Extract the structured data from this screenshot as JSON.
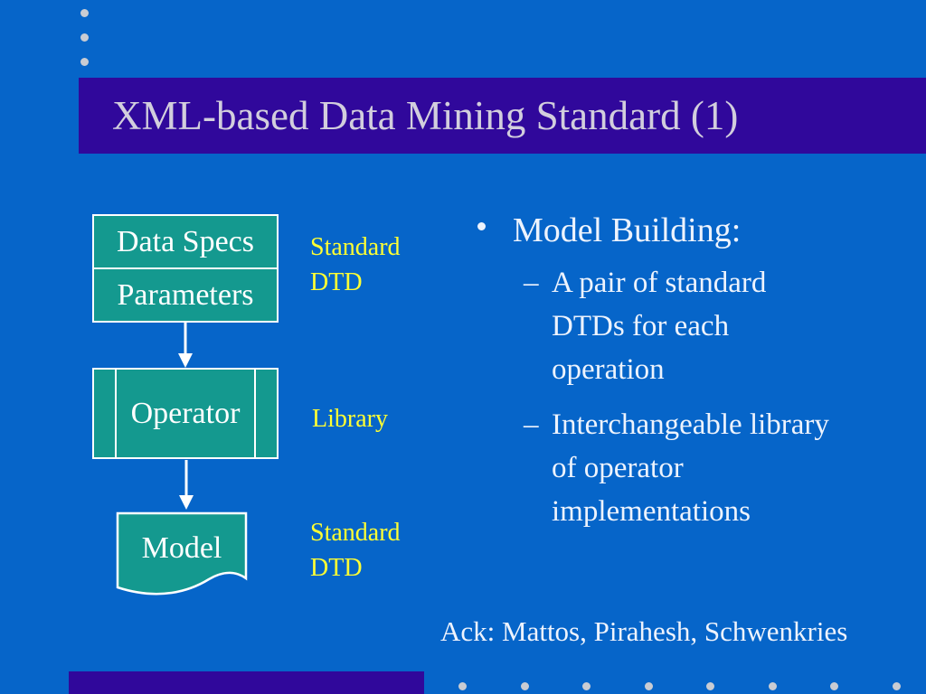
{
  "title": "XML-based Data Mining Standard (1)",
  "diagram": {
    "spec_box": {
      "row1": "Data Specs",
      "row2": "Parameters"
    },
    "operator_box": {
      "label": "Operator"
    },
    "model_shape": {
      "label": "Model"
    },
    "annotations": {
      "top": "Standard DTD",
      "middle": "Library",
      "bottom": "Standard DTD"
    }
  },
  "bullets": {
    "heading": "Model Building:",
    "dash": "–",
    "items": [
      "A pair of standard DTDs for each operation",
      "Interchangeable library of operator implementations"
    ]
  },
  "ack": "Ack: Mattos, Pirahesh, Schwenkries",
  "colors": {
    "background": "#0665c9",
    "accent_band": "#30089b",
    "shape_fill": "#14998f",
    "annotation_yellow": "#ffff33",
    "dot_gray": "#c9ccd3"
  }
}
